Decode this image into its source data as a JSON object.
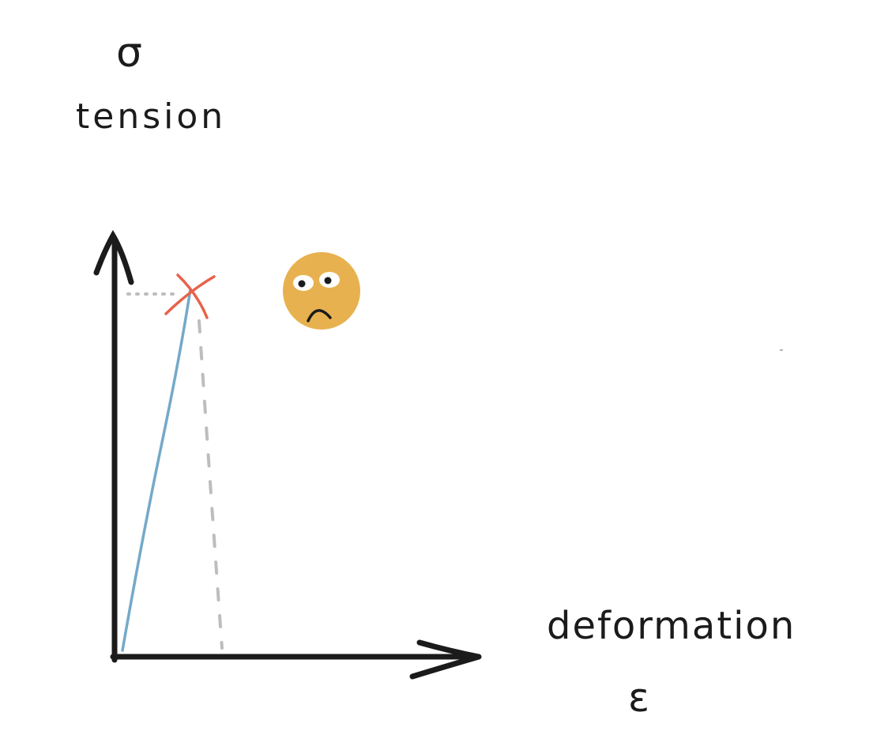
{
  "labels": {
    "y_symbol": "σ",
    "y_label": "tension",
    "x_label": "deformation",
    "x_symbol": "ε"
  },
  "colors": {
    "ink": "#1b1b1b",
    "curve": "#74a9c8",
    "fracture_mark": "#e8624a",
    "guide_lines": "#bdbdbd",
    "emoji_face": "#e8b14f"
  },
  "icons": {
    "fracture_mark": "cross-mark-icon",
    "emoji": "sad-face-icon"
  }
}
